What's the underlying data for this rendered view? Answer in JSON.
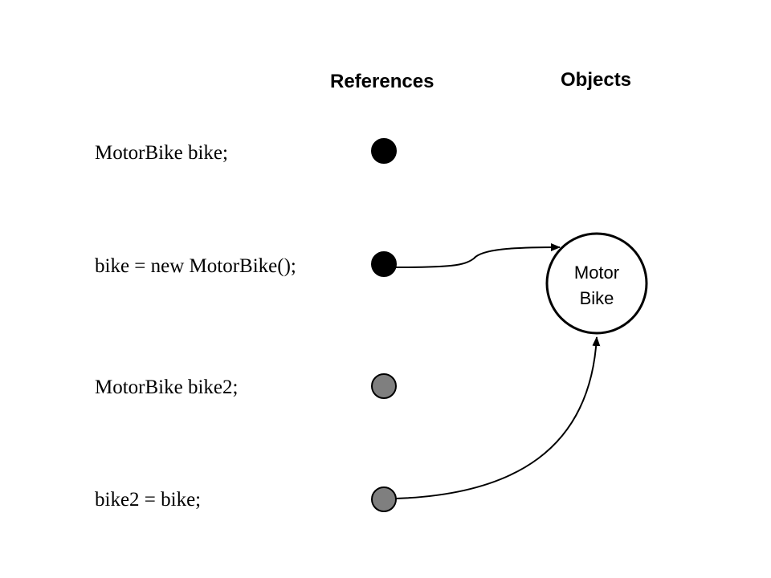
{
  "headers": {
    "references": "References",
    "objects": "Objects"
  },
  "statements": [
    {
      "text": "MotorBike bike;",
      "reference_state": "filled"
    },
    {
      "text": "bike = new MotorBike();",
      "reference_state": "filled"
    },
    {
      "text": "MotorBike bike2;",
      "reference_state": "gray"
    },
    {
      "text": "bike2 = bike;",
      "reference_state": "gray"
    }
  ],
  "object": {
    "line1": "Motor",
    "line2": "Bike"
  },
  "colors": {
    "filled": "#000000",
    "gray": "#7f7f7f",
    "stroke": "#000000",
    "background": "#ffffff"
  }
}
